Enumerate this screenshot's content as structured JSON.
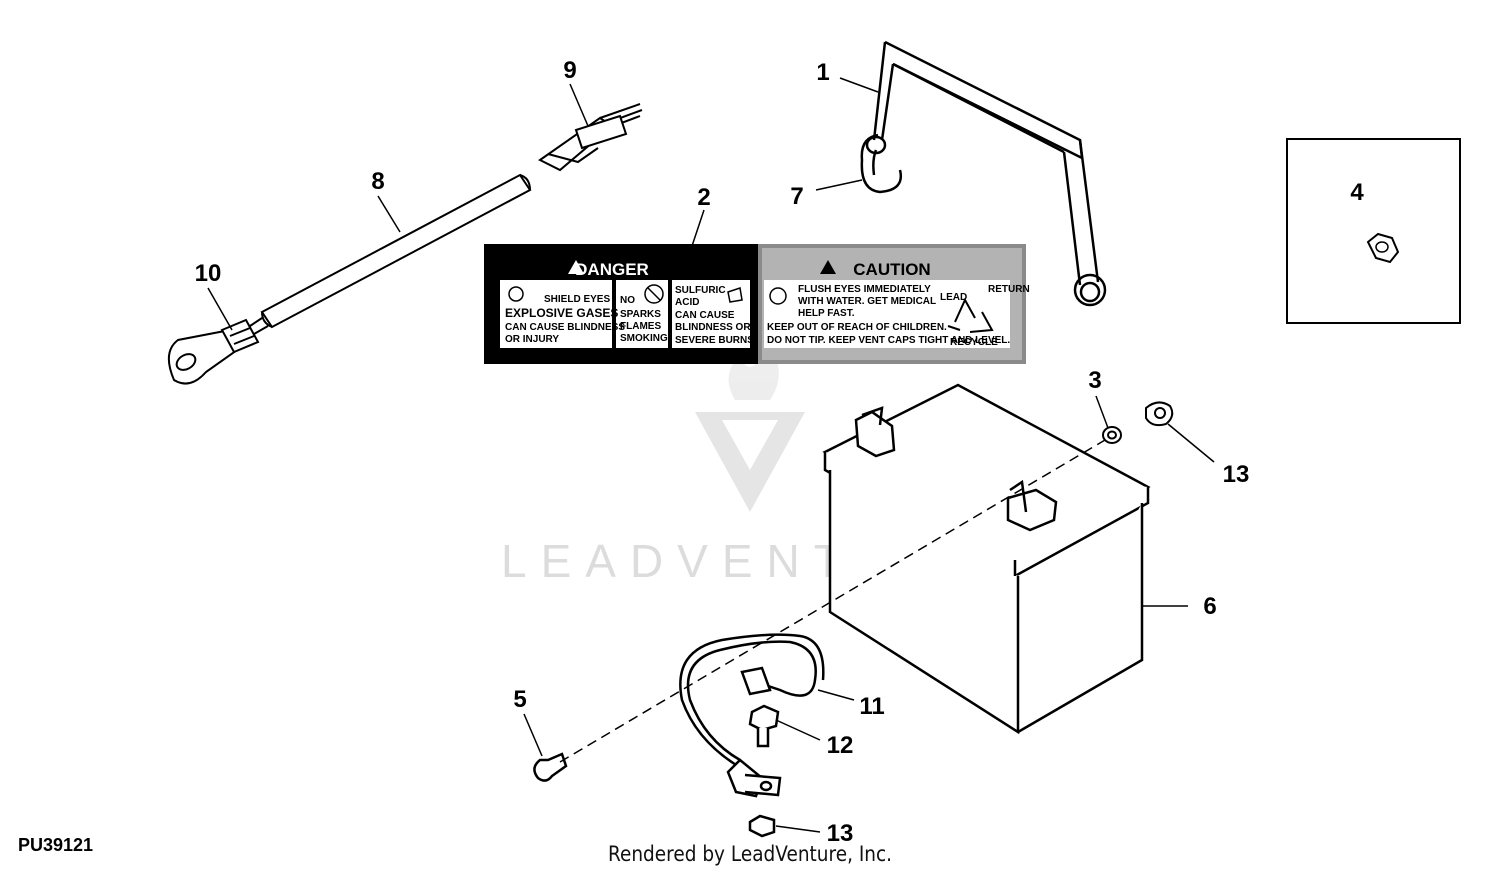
{
  "figure_id": "PU39121",
  "footer": "Rendered by LeadVenture, Inc.",
  "watermark": "LEADVENTURE",
  "callouts": [
    "1",
    "2",
    "3",
    "4",
    "5",
    "6",
    "7",
    "8",
    "9",
    "10",
    "11",
    "12",
    "13",
    "13"
  ],
  "decal": {
    "danger": {
      "heading": "DANGER",
      "panel1": [
        "SHIELD EYES",
        "EXPLOSIVE GASES",
        "CAN CAUSE BLINDNESS",
        "OR INJURY"
      ],
      "panel2": [
        "NO",
        "SPARKS",
        "FLAMES",
        "SMOKING"
      ],
      "panel3": [
        "SULFURIC",
        "ACID",
        "CAN CAUSE",
        "BLINDNESS OR",
        "SEVERE BURNS"
      ]
    },
    "caution": {
      "heading": "CAUTION",
      "lines": [
        "FLUSH EYES IMMEDIATELY",
        "WITH WATER. GET MEDICAL",
        "HELP FAST.",
        "KEEP OUT OF REACH OF CHILDREN.",
        "DO NOT TIP. KEEP VENT CAPS TIGHT AND LEVEL."
      ],
      "recycle": [
        "LEAD",
        "RETURN",
        "RECYCLE"
      ]
    }
  }
}
